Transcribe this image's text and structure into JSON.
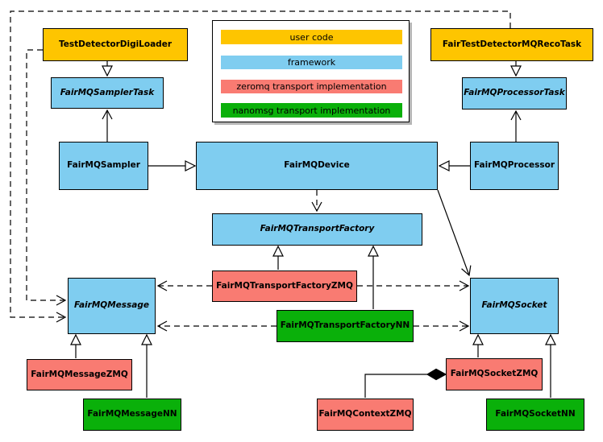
{
  "colors": {
    "user_code": "#fec500",
    "framework": "#7fcdf0",
    "zeromq": "#f97b72",
    "nanomsg": "#0ab00a"
  },
  "legend": {
    "items": [
      {
        "label": "user code"
      },
      {
        "label": "framework"
      },
      {
        "label": "zeromq transport implementation"
      },
      {
        "label": "nanomsg transport implementation"
      }
    ]
  },
  "nodes": {
    "testDetectorDigiLoader": {
      "label": "TestDetectorDigiLoader"
    },
    "fairTestDetectorMQRecoTask": {
      "label": "FairTestDetectorMQRecoTask"
    },
    "fairMQSamplerTask": {
      "label": "FairMQSamplerTask"
    },
    "fairMQProcessorTask": {
      "label": "FairMQProcessorTask"
    },
    "fairMQSampler": {
      "label": "FairMQSampler"
    },
    "fairMQDevice": {
      "label": "FairMQDevice"
    },
    "fairMQProcessor": {
      "label": "FairMQProcessor"
    },
    "fairMQTransportFactory": {
      "label": "FairMQTransportFactory"
    },
    "fairMQTransportFactoryZMQ": {
      "label": "FairMQTransportFactoryZMQ"
    },
    "fairMQTransportFactoryNN": {
      "label": "FairMQTransportFactoryNN"
    },
    "fairMQMessage": {
      "label": "FairMQMessage"
    },
    "fairMQSocket": {
      "label": "FairMQSocket"
    },
    "fairMQMessageZMQ": {
      "label": "FairMQMessageZMQ"
    },
    "fairMQMessageNN": {
      "label": "FairMQMessageNN"
    },
    "fairMQSocketZMQ": {
      "label": "FairMQSocketZMQ"
    },
    "fairMQSocketNN": {
      "label": "FairMQSocketNN"
    },
    "fairMQContextZMQ": {
      "label": "FairMQContextZMQ"
    }
  }
}
